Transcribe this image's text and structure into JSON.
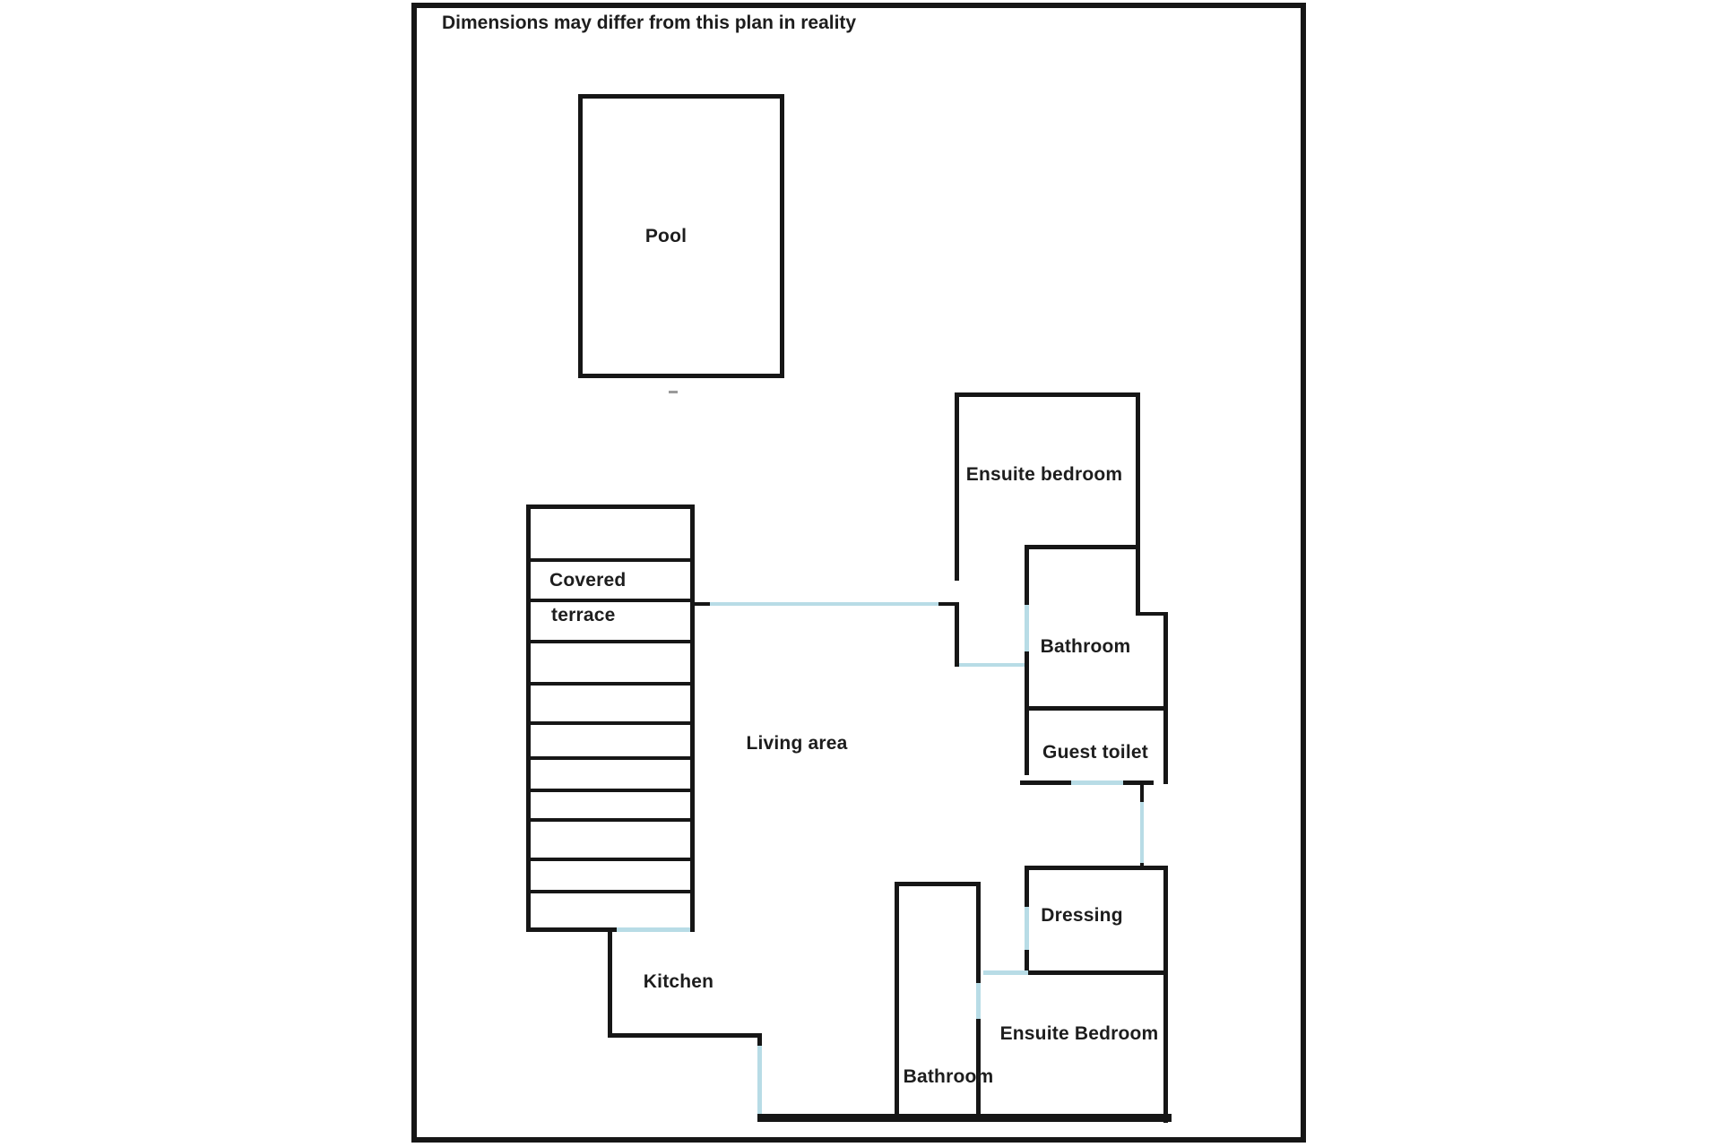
{
  "title": "Dimensions may differ from this plan in reality",
  "colors": {
    "wall": "#161616",
    "door_opening": "#b8dce6",
    "text": "#1d1d1d",
    "background": "#ffffff"
  },
  "rooms": {
    "pool": {
      "label": "Pool"
    },
    "covered_terrace": {
      "label_line1": "Covered",
      "label_line2": "terrace"
    },
    "ensuite_bedroom_top": {
      "label": "Ensuite bedroom"
    },
    "bathroom_top": {
      "label": "Bathroom"
    },
    "guest_toilet": {
      "label": "Guest toilet"
    },
    "living_area": {
      "label": "Living area"
    },
    "kitchen": {
      "label": "Kitchen"
    },
    "dressing": {
      "label": "Dressing"
    },
    "bathroom_bottom": {
      "label": "Bathroom"
    },
    "ensuite_bedroom_bottom": {
      "label": "Ensuite Bedroom"
    }
  }
}
